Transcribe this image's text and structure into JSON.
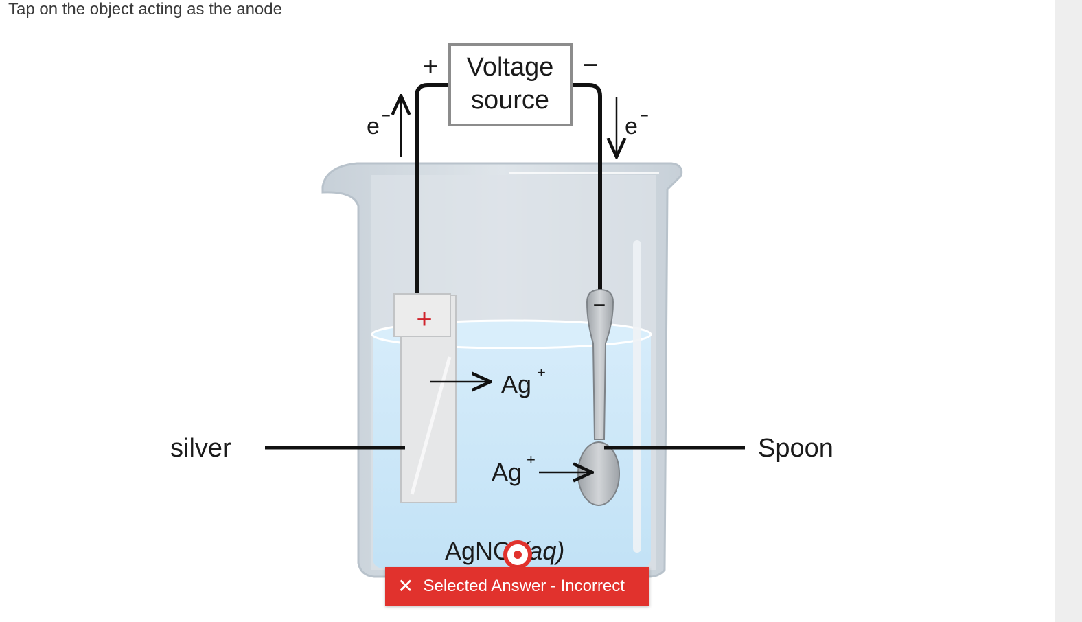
{
  "question": {
    "prompt": "Tap on the object acting as the anode"
  },
  "diagram": {
    "voltage_source": {
      "line1": "Voltage",
      "line2": "source"
    },
    "terminal_positive": "+",
    "terminal_negative": "−",
    "electron_left": {
      "base": "e",
      "superscript": "−"
    },
    "electron_right": {
      "base": "e",
      "superscript": "−"
    },
    "silver_label": "silver",
    "spoon_label": "Spoon",
    "silver_sign": "+",
    "spoon_sign": "−",
    "ion_top": {
      "base": "Ag",
      "superscript": "+"
    },
    "ion_bottom": {
      "base": "Ag",
      "superscript": "+"
    },
    "solution": {
      "formula": "AgNO",
      "subscript": "3",
      "state": "(aq)"
    }
  },
  "feedback": {
    "icon": "close-icon",
    "text": "Selected Answer - Incorrect",
    "color": "#e1322d"
  },
  "colors": {
    "solution": "#cfe8f7",
    "beaker": "#c9d2da",
    "wire": "#111111"
  }
}
